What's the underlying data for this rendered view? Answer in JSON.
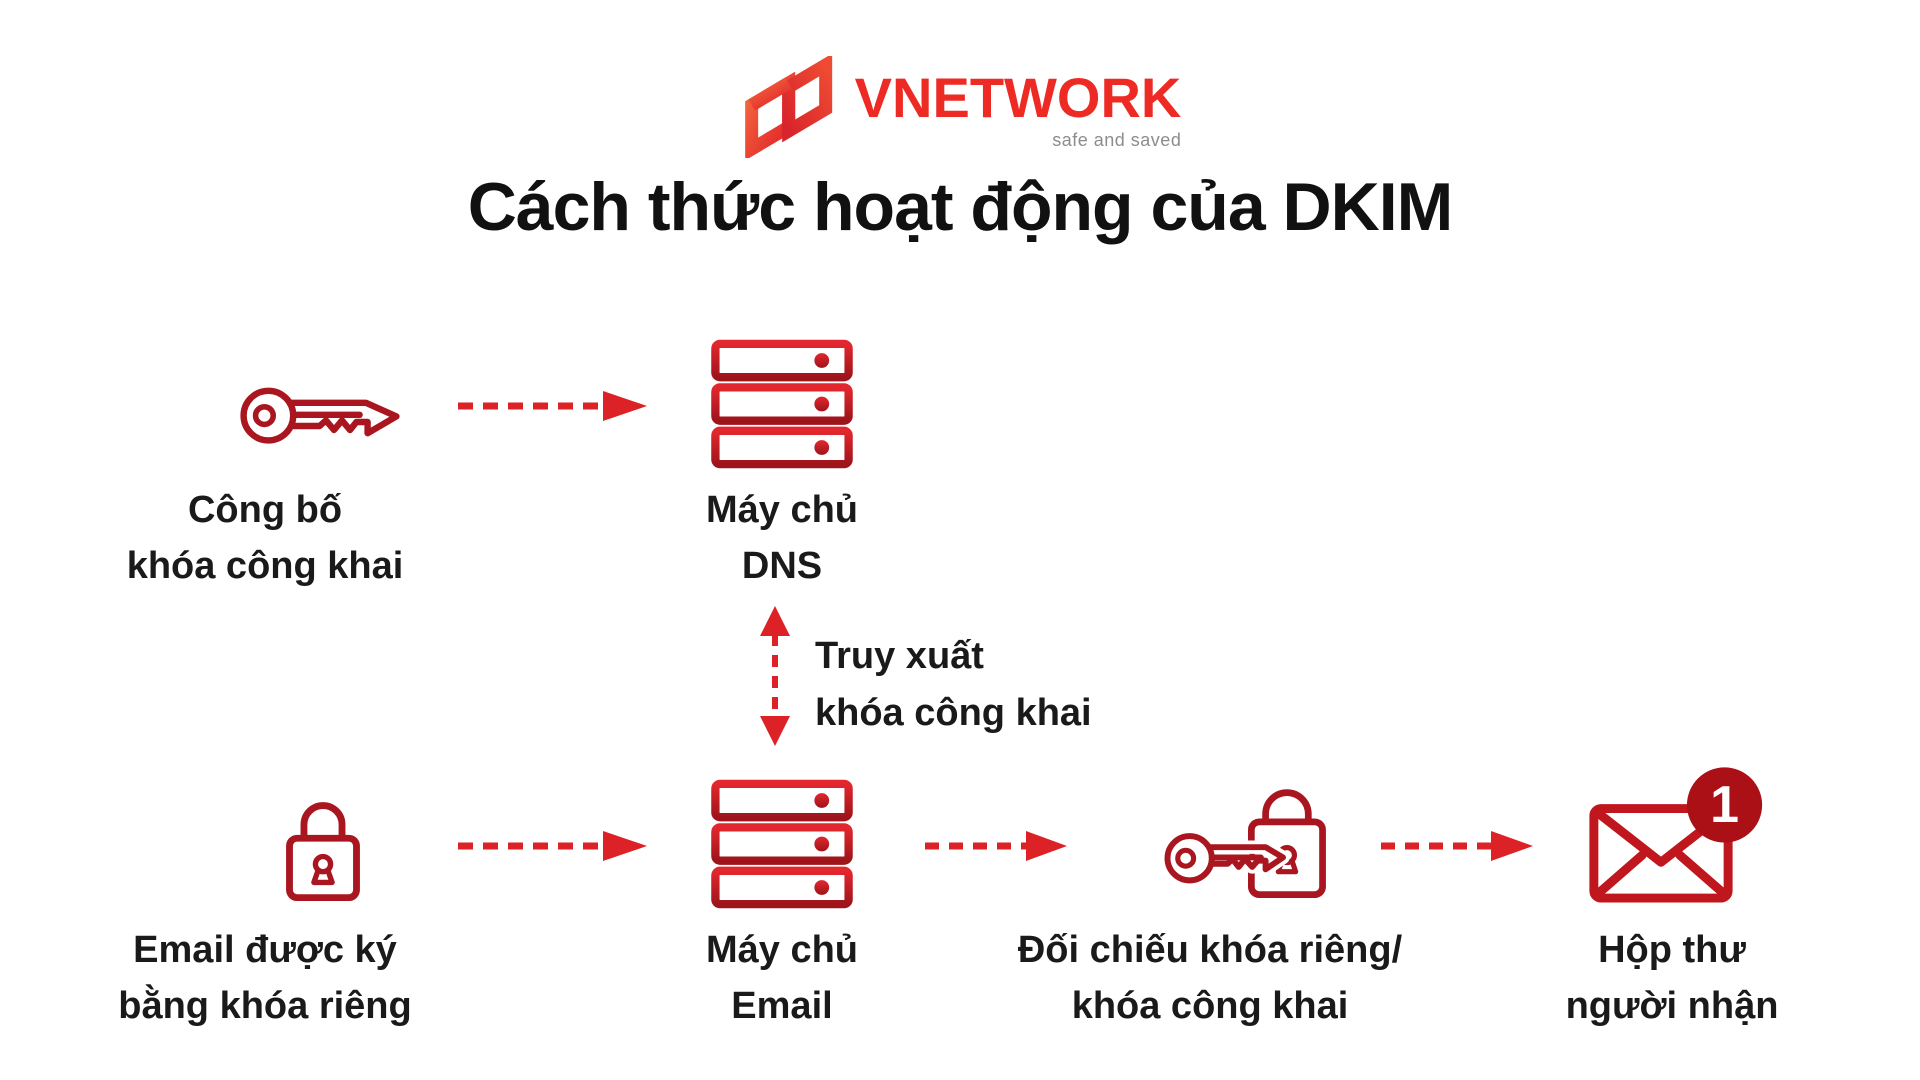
{
  "logo": {
    "brand": "VNETWORK",
    "tagline": "safe and saved",
    "brand_color": "#ee2a24",
    "tagline_color": "#8c8c8c"
  },
  "title": {
    "text": "Cách thức hoạt động của DKIM",
    "color": "#111111"
  },
  "palette": {
    "arrow_red": "#dc2127",
    "icon_dark_red": "#a9161f",
    "server_red_top": "#e3272e",
    "server_red_bottom": "#9e141b",
    "envelope_red": "#c0161e",
    "badge_red": "#ab1017"
  },
  "nodes": {
    "publish_key": {
      "icon": "key-icon",
      "label_line1": "Công bố",
      "label_line2": "khóa công khai"
    },
    "dns_server": {
      "icon": "server-icon",
      "label_line1": "Máy chủ",
      "label_line2": "DNS"
    },
    "signed_email": {
      "icon": "lock-icon",
      "label_line1": "Email được ký",
      "label_line2": "bằng khóa riêng"
    },
    "email_server": {
      "icon": "server-icon",
      "label_line1": "Máy chủ",
      "label_line2": "Email"
    },
    "key_match": {
      "icon": "key-lock-icon",
      "label_line1": "Đối chiếu khóa riêng/",
      "label_line2": "khóa công khai"
    },
    "recipient_inbox": {
      "icon": "envelope-icon",
      "badge": "1",
      "label_line1": "Hộp thư",
      "label_line2": "người nhận"
    }
  },
  "connectors": {
    "publish_to_dns": {
      "type": "dashed-arrow-right"
    },
    "retrieve_key": {
      "type": "dashed-arrow-vertical",
      "label_line1": "Truy xuất",
      "label_line2": "khóa công khai"
    },
    "email_to_server": {
      "type": "dashed-arrow-right"
    },
    "server_to_match": {
      "type": "dashed-arrow-right"
    },
    "match_to_inbox": {
      "type": "dashed-arrow-right"
    }
  }
}
